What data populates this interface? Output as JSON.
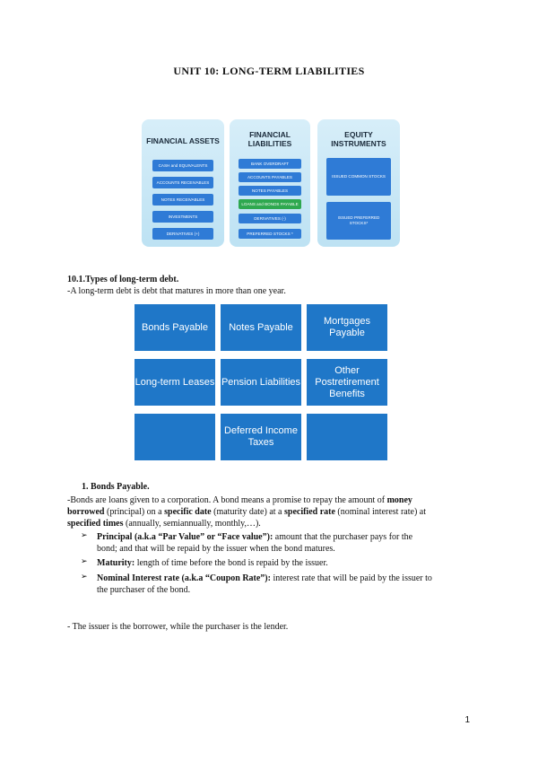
{
  "title": "UNIT 10: LONG-TERM LIABILITIES",
  "figure1": {
    "panels": [
      {
        "heading": "FINANCIAL ASSETS",
        "items": [
          {
            "label": "CASH and EQUIVALENTS",
            "highlight": false
          },
          {
            "label": "ACCOUNTS RECEIVABLES",
            "highlight": false
          },
          {
            "label": "NOTES RECEIVABLES",
            "highlight": false
          },
          {
            "label": "INVESTMENTS",
            "highlight": false
          },
          {
            "label": "DERIVATIVES (+)",
            "highlight": false
          }
        ]
      },
      {
        "heading": "FINANCIAL LIABILITIES",
        "items": [
          {
            "label": "BANK OVERDRAFT",
            "highlight": false
          },
          {
            "label": "ACCOUNTS PAYABLES",
            "highlight": false
          },
          {
            "label": "NOTES PAYABLES",
            "highlight": false
          },
          {
            "label": "LOANS and BONDS PAYABLE",
            "highlight": true
          },
          {
            "label": "DERIVATIVES (-)",
            "highlight": false
          },
          {
            "label": "PREFERRED STOCKS *",
            "highlight": false
          }
        ]
      },
      {
        "heading": "EQUITY INSTRUMENTS",
        "items": [
          {
            "label": "ISSUED COMMON STOCKS",
            "highlight": false
          },
          {
            "label": "ISSUED PREFERRED STOCKS*",
            "highlight": false
          }
        ]
      }
    ]
  },
  "section": {
    "heading": "10.1.Types of long-term debt.",
    "intro": "-A long-term debt is debt that matures in more than one year."
  },
  "grid_cells": [
    "Bonds Payable",
    "Notes Payable",
    "Mortgages Payable",
    "Long-term Leases",
    "Pension Liabilities",
    "Other Postretirement Benefits",
    "",
    "Deferred Income Taxes",
    ""
  ],
  "bonds": {
    "heading": "1.   Bonds Payable.",
    "p1": [
      "-Bonds are loans given to a corporation. A bond means a promise to repay the amount of ",
      "money",
      "borrowed",
      " (principal) on a ",
      "specific date",
      " (maturity date) at a ",
      "specified rate",
      " (nominal interest rate) at",
      "specified times",
      " (annually, semiannually, monthly,…)."
    ],
    "bullets": [
      {
        "term": "Principal (a.k.a “Par Value” or “Face value”):",
        "text1": " amount that the purchaser pays for the",
        "text2": "bond; and that will be repaid by the issuer when the bond matures."
      },
      {
        "term": "Maturity:",
        "text1": " length of time before the bond is repaid by the issuer.",
        "text2": ""
      },
      {
        "term": "Nominal Interest rate (a.k.a “Coupon Rate”):",
        "text1": " interest rate that will be paid by the issuer to",
        "text2": "the purchaser of the bond."
      }
    ],
    "closing": "- The issuer is the borrower, while the purchaser is the lender."
  },
  "page_number": "1",
  "colors": {
    "pill_blue": "#2f7bd6",
    "pill_green": "#2ea84f",
    "grid_blue": "#1f77c8",
    "panel_bg": "#c9e8f6"
  },
  "bullet_icon": "arrowhead-icon"
}
